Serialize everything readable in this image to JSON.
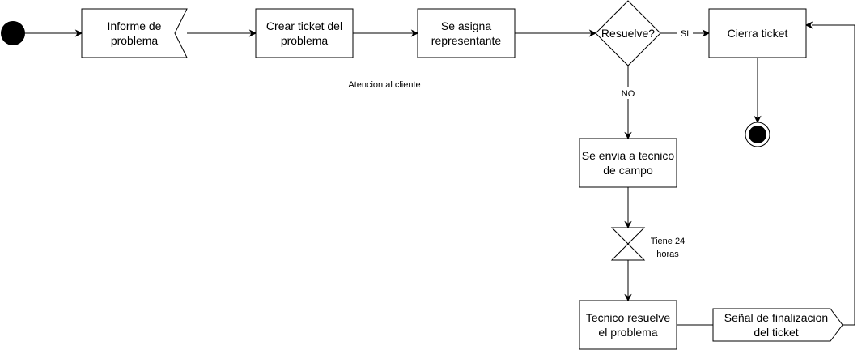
{
  "diagram": {
    "type": "activity-diagram",
    "nodes": {
      "informe": {
        "line1": "Informe de",
        "line2": "problema"
      },
      "crear": {
        "line1": "Crear ticket del",
        "line2": "problema"
      },
      "asigna": {
        "line1": "Se asigna",
        "line2": "representante"
      },
      "decision": {
        "label": "Resuelve?"
      },
      "cierra": {
        "label": "Cierra ticket"
      },
      "envia": {
        "line1": "Se envia a tecnico",
        "line2": "de campo"
      },
      "timer": {
        "line1": "Tiene 24",
        "line2": "horas"
      },
      "tecnico": {
        "line1": "Tecnico resuelve",
        "line2": "el problema"
      },
      "senal": {
        "line1": "Señal de finalizacion",
        "line2": "del ticket"
      }
    },
    "edge_labels": {
      "si": "SI",
      "no": "NO"
    },
    "annotation": "Atencion al cliente"
  },
  "colors": {
    "stroke": "#000000",
    "fill": "#ffffff"
  }
}
